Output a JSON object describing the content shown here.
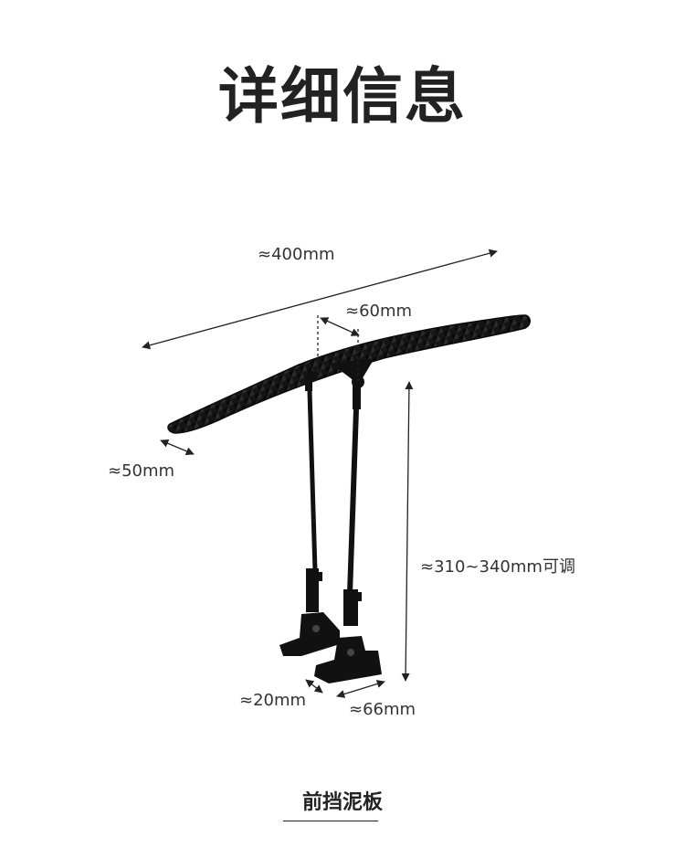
{
  "title": "详细信息",
  "dimensions": {
    "length": "≈400mm",
    "mount_spacing": "≈60mm",
    "width": "≈50mm",
    "height": "≈310~340mm可调",
    "clamp_depth": "≈20mm",
    "clamp_width": "≈66mm"
  },
  "caption": "前挡泥板",
  "colors": {
    "text": "#222222",
    "product": "#111111",
    "arrow": "#222222"
  }
}
